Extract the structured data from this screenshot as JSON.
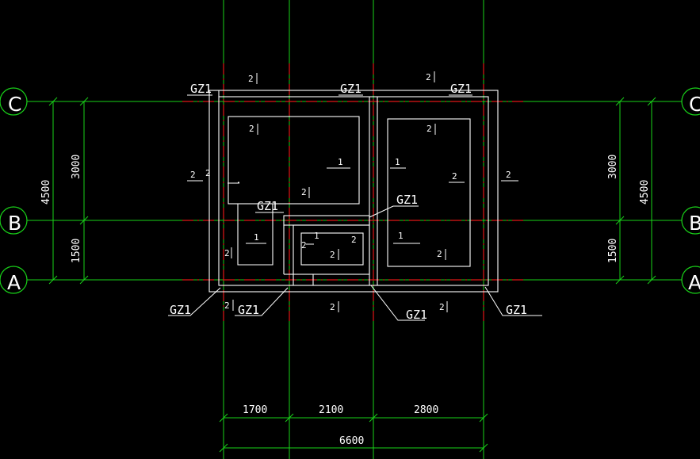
{
  "colors": {
    "background": "#000000",
    "grid_green": "#19d219",
    "wall_white": "#ffffff",
    "axis_red": "#e01616",
    "text_white": "#ffffff"
  },
  "axes": {
    "c": "C",
    "b": "B",
    "a": "A"
  },
  "dims": {
    "left_total": "4500",
    "left_top": "3000",
    "left_bottom": "1500",
    "right_total": "4500",
    "right_top": "3000",
    "right_bottom": "1500",
    "bottom_1": "1700",
    "bottom_2": "2100",
    "bottom_3": "2800",
    "bottom_total": "6600"
  },
  "column_tags": {
    "t1": "GZ1",
    "t2": "GZ1",
    "t3": "GZ1",
    "t4": "GZ1",
    "t5": "GZ1",
    "t6": "GZ1",
    "t7": "GZ1",
    "t8": "GZ1",
    "t9": "GZ1"
  },
  "beam_marks": {
    "m1": "2",
    "m2": "2",
    "m3": "2",
    "m4": "2",
    "m5": "2",
    "m6": "2",
    "m7": "2",
    "m8": "2",
    "m9": "2",
    "m10": "2",
    "m11": "2",
    "m12": "2",
    "m13": "2",
    "m14": "2",
    "m15": "2",
    "m16": "2",
    "m17": "2"
  },
  "slab_marks": {
    "s1": "1",
    "s2": "1",
    "s3": "1",
    "s4": "1",
    "s5": "1"
  }
}
